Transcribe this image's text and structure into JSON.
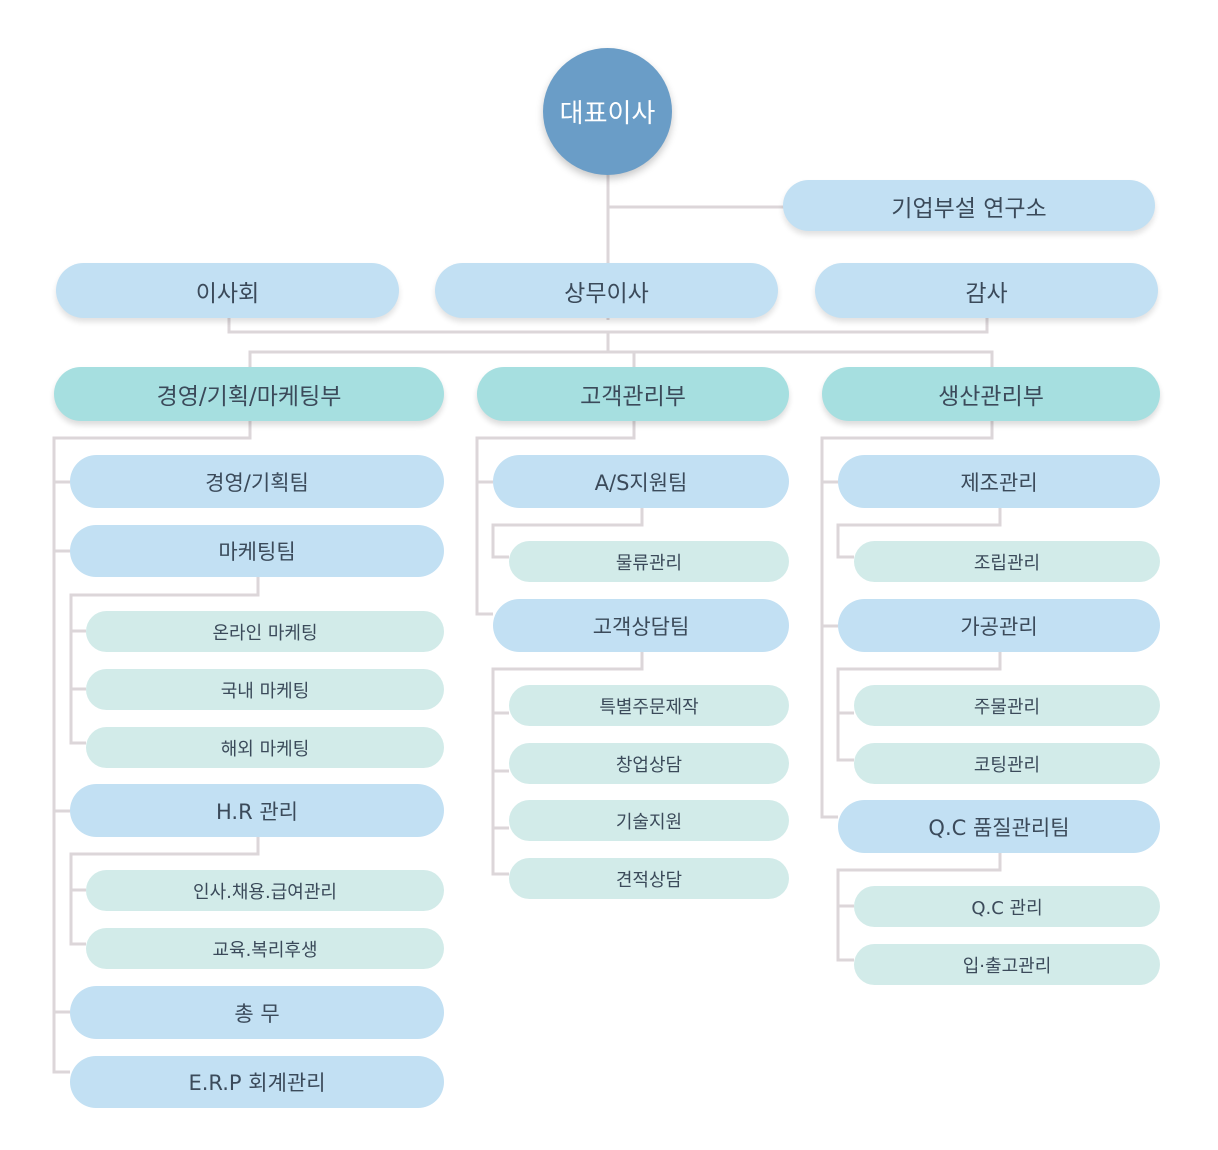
{
  "ceo": {
    "label": "대표이사"
  },
  "research": {
    "label": "기업부설 연구소"
  },
  "board": {
    "label": "이사회"
  },
  "managing_director": {
    "label": "상무이사"
  },
  "audit": {
    "label": "감사"
  },
  "departments": [
    {
      "label": "경영/기획/마케팅부",
      "teams": [
        {
          "label": "경영/기획팀",
          "units": []
        },
        {
          "label": "마케팅팀",
          "units": [
            "온라인 마케팅",
            "국내 마케팅",
            "해외 마케팅"
          ]
        },
        {
          "label": "H.R 관리",
          "units": [
            "인사.채용.급여관리",
            "교육.복리후생"
          ]
        },
        {
          "label": "총 무",
          "units": []
        },
        {
          "label": "E.R.P 회계관리",
          "units": []
        }
      ]
    },
    {
      "label": "고객관리부",
      "teams": [
        {
          "label": "A/S지원팀",
          "units": [
            "물류관리"
          ]
        },
        {
          "label": "고객상담팀",
          "units": [
            "특별주문제작",
            "창업상담",
            "기술지원",
            "견적상담"
          ]
        }
      ]
    },
    {
      "label": "생산관리부",
      "teams": [
        {
          "label": "제조관리",
          "units": [
            "조립관리"
          ]
        },
        {
          "label": "가공관리",
          "units": [
            "주물관리",
            "코팅관리"
          ]
        },
        {
          "label": "Q.C 품질관리팀",
          "units": [
            "Q.C 관리",
            "입·출고관리"
          ]
        }
      ]
    }
  ],
  "colors": {
    "ceo": "#6a9dc7",
    "level_box": "#c2e0f3",
    "department_box": "#a6dfe0",
    "unit_box": "#d2ebe9",
    "connector": "#dcd6d9"
  }
}
